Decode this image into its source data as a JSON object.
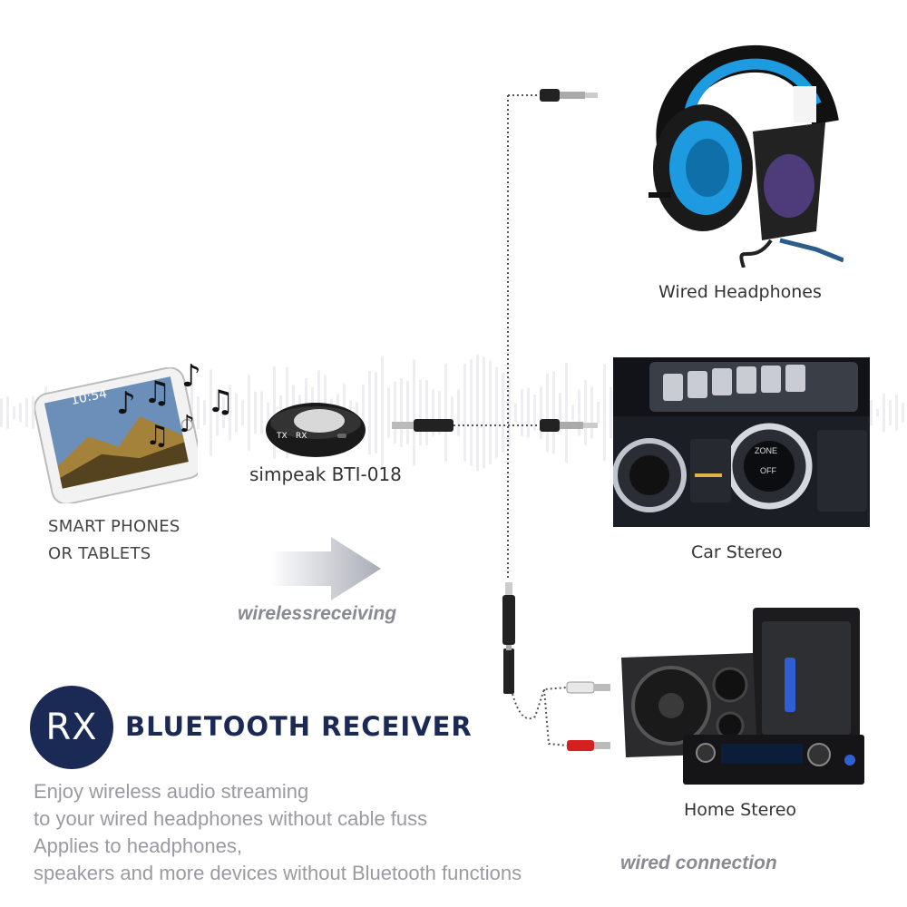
{
  "source": {
    "label_line1": "SMART PHONES",
    "label_line2": "OR TABLETS",
    "screen_time": "10:54"
  },
  "receiver": {
    "name": "simpeak BTI-018",
    "port_tx": "TX",
    "port_rx": "RX"
  },
  "transfer": {
    "wireless_label": "wirelessreceiving",
    "wired_label": "wired connection"
  },
  "outputs": [
    {
      "label": "Wired Headphones"
    },
    {
      "label": "Car Stereo"
    },
    {
      "label": "Home Stereo"
    }
  ],
  "car_panel": {
    "zone": "ZONE",
    "off": "OFF"
  },
  "badge": {
    "text": "RX",
    "title": "BLUETOOTH RECEIVER"
  },
  "description": [
    "Enjoy wireless audio streaming",
    "to your wired headphones without cable fuss",
    "Applies to headphones,",
    "speakers and more devices without Bluetooth functions"
  ],
  "colors": {
    "navy": "#1b2a55",
    "headphone_blue": "#1e9be0",
    "arrow_gray": "#b8bac2",
    "italic_gray": "#8a8a92",
    "rca_red": "#d42020"
  }
}
